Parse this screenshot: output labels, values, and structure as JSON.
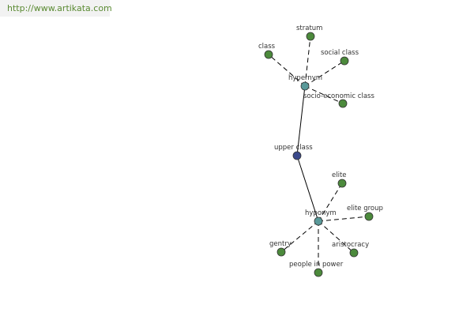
{
  "site_url": "http://www.artikata.com",
  "colors": {
    "leaf_node": "#4c8a3c",
    "relation_node": "#5a9a9a",
    "center_node": "#3b4a8c",
    "edge": "#000000",
    "url_text": "#5a8a32",
    "url_background": "#f2f2f2"
  },
  "nodes": {
    "center": "upper class",
    "hypernym": "hypernym",
    "hyponym": "hyponym",
    "stratum": "stratum",
    "class": "class",
    "social_class": "social class",
    "socio_economic_class": "socio-economic class",
    "elite": "elite",
    "elite_group": "elite group",
    "gentry": "gentry",
    "aristocracy": "aristocracy",
    "people_in_power": "people in power"
  }
}
